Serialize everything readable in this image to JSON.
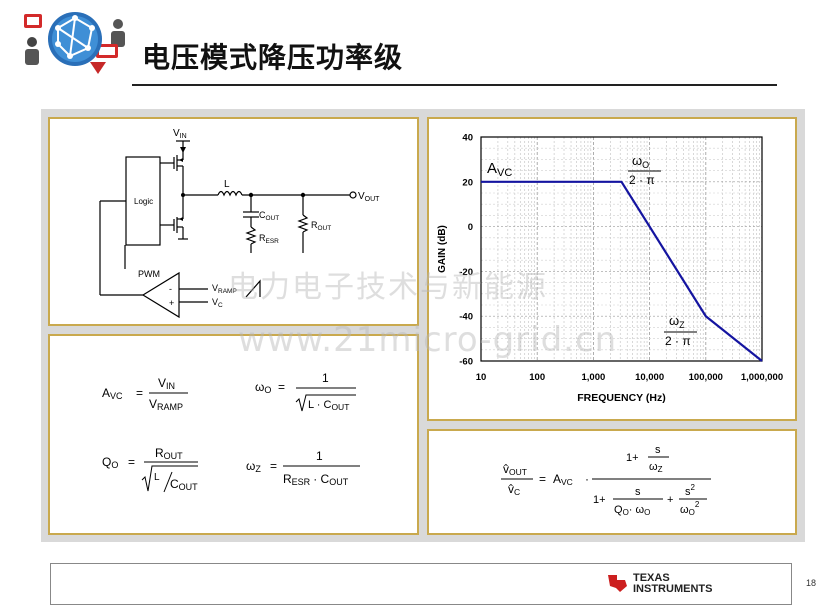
{
  "slide": {
    "title": "电压模式降压功率级",
    "page_number": "18",
    "logo_text_1": "TEXAS",
    "logo_text_2": "INSTRUMENTS",
    "watermark_cn": "电力电子技术与新能源",
    "watermark_url": "www.21micro-grid.cn"
  },
  "schematic": {
    "vin_label": "V",
    "vin_sub": "IN",
    "logic_label": "Logic",
    "inductor_label": "L",
    "cout_label": "C",
    "cout_sub": "OUT",
    "resr_label": "R",
    "resr_sub": "ESR",
    "rout_label": "R",
    "rout_sub": "OUT",
    "vout_label": "V",
    "vout_sub": "OUT",
    "pwm_label": "PWM",
    "minus_label": "-",
    "plus_label": "+",
    "vramp_label": "V",
    "vramp_sub": "RAMP",
    "vc_label": "V",
    "vc_sub": "C"
  },
  "equations": {
    "avc_lhs": "A",
    "avc_lhs_sub": "VC",
    "avc_num": "V",
    "avc_num_sub": "IN",
    "avc_den": "V",
    "avc_den_sub": "RAMP",
    "wo_lhs": "ω",
    "wo_lhs_sub": "O",
    "wo_num": "1",
    "wo_den_1": "L · C",
    "wo_den_sub": "OUT",
    "qo_lhs": "Q",
    "qo_lhs_sub": "O",
    "qo_num": "R",
    "qo_num_sub": "OUT",
    "qo_den_l": "L",
    "qo_den_c": "C",
    "qo_den_sub": "OUT",
    "wz_lhs": "ω",
    "wz_lhs_sub": "Z",
    "wz_num": "1",
    "wz_den_r": "R",
    "wz_den_r_sub": "ESR",
    "wz_den_c": "· C",
    "wz_den_c_sub": "OUT",
    "equals": "="
  },
  "transfer_function": {
    "lhs_num": "v̂",
    "lhs_num_sub": "OUT",
    "lhs_den": "v̂",
    "lhs_den_sub": "C",
    "avc": "A",
    "avc_sub": "VC",
    "num_one": "1+",
    "s": "s",
    "wz": "ω",
    "wz_sub": "Z",
    "den_one": "1+",
    "qo": "Q",
    "qo_sub": "O",
    "wo": "· ω",
    "wo_sub": "O",
    "plus": "+",
    "s2": "s",
    "sq": "2",
    "wo2": "ω",
    "wo2_sub": "O",
    "equals": "=",
    "dot": "·"
  },
  "chart_data": {
    "type": "line",
    "title": "",
    "xlabel": "FREQUENCY (Hz)",
    "ylabel": "GAIN (dB)",
    "x_scale": "log",
    "xlim": [
      10,
      1000000
    ],
    "ylim": [
      -60,
      40
    ],
    "x_ticks": [
      10,
      100,
      1000,
      10000,
      100000,
      1000000
    ],
    "x_tick_labels": [
      "10",
      "100",
      "1,000",
      "10,000",
      "100,000",
      "1,000,000"
    ],
    "y_ticks": [
      40,
      20,
      0,
      -20,
      -40,
      -60
    ],
    "y_tick_labels": [
      "40",
      "20",
      "0",
      "-20",
      "-40",
      "-60"
    ],
    "grid": true,
    "series": [
      {
        "x": [
          10,
          3160,
          100000,
          1000000
        ],
        "y": [
          20,
          20,
          -40,
          -60
        ],
        "color": "#1414a0"
      }
    ],
    "annotations": {
      "avc": "A",
      "avc_sub": "VC",
      "wo_num": "ω",
      "wo_num_sub": "O",
      "wo_den": "2 · π",
      "wz_num": "ω",
      "wz_num_sub": "Z",
      "wz_den": "2 · π"
    }
  }
}
